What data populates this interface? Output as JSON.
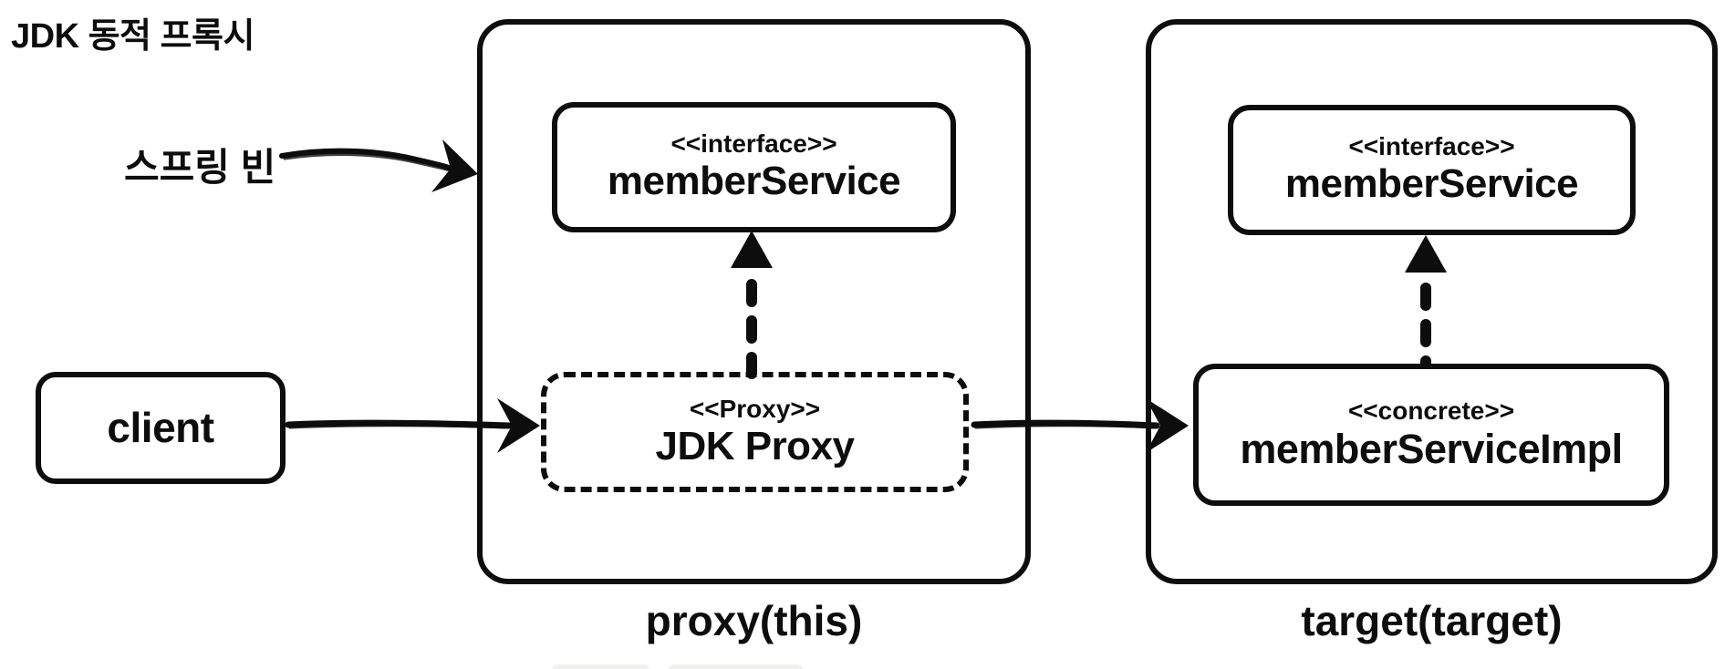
{
  "title": "JDK 동적 프록시",
  "annotations": {
    "spring_bean": "스프링 빈"
  },
  "client": {
    "label": "client"
  },
  "proxy_group": {
    "caption": "proxy(this)",
    "interface_box": {
      "stereotype": "<<interface>>",
      "name": "memberService"
    },
    "proxy_box": {
      "stereotype": "<<Proxy>>",
      "name": "JDK Proxy"
    }
  },
  "target_group": {
    "caption": "target(target)",
    "interface_box": {
      "stereotype": "<<interface>>",
      "name": "memberService"
    },
    "concrete_box": {
      "stereotype": "<<concrete>>",
      "name": "memberServiceImpl"
    }
  },
  "edges": [
    {
      "id": "spring-bean-pointer",
      "from": "spring-bean-label",
      "to": "proxy-group-frame",
      "style": "hand-drawn-arrow"
    },
    {
      "id": "client-call",
      "from": "client",
      "to": "jdk-proxy-box",
      "style": "hand-drawn-arrow"
    },
    {
      "id": "proxy-delegate",
      "from": "jdk-proxy-box",
      "to": "member-service-impl-box",
      "style": "hand-drawn-arrow"
    },
    {
      "id": "proxy-realization",
      "from": "jdk-proxy-box",
      "to": "proxy-interface-box",
      "style": "dashed-realization-arrow"
    },
    {
      "id": "impl-realization",
      "from": "member-service-impl-box",
      "to": "target-interface-box",
      "style": "dashed-realization-arrow"
    }
  ],
  "colors": {
    "ink": "#0d0d0d",
    "background": "#ffffff",
    "bottom_fragment": "#f1f0ee"
  }
}
